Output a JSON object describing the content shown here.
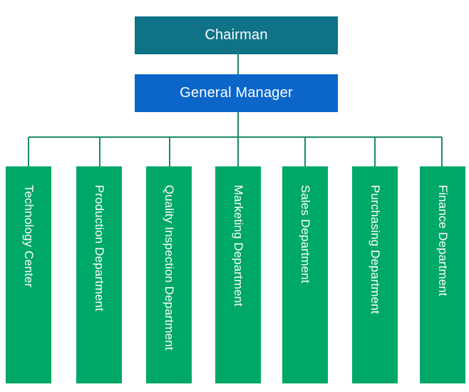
{
  "colors": {
    "chairman": "#0f7287",
    "general_manager": "#0c66c9",
    "department": "#00a868",
    "connector": "#1d8a6a"
  },
  "chairman": {
    "label": "Chairman"
  },
  "general_manager": {
    "label": "General Manager"
  },
  "departments": [
    {
      "label": "Technology Center"
    },
    {
      "label": "Production Department"
    },
    {
      "label": "Quality Inspection Department"
    },
    {
      "label": "Marketing Department"
    },
    {
      "label": "Sales Department"
    },
    {
      "label": "Purchasing Department"
    },
    {
      "label": "Finance Department"
    }
  ]
}
